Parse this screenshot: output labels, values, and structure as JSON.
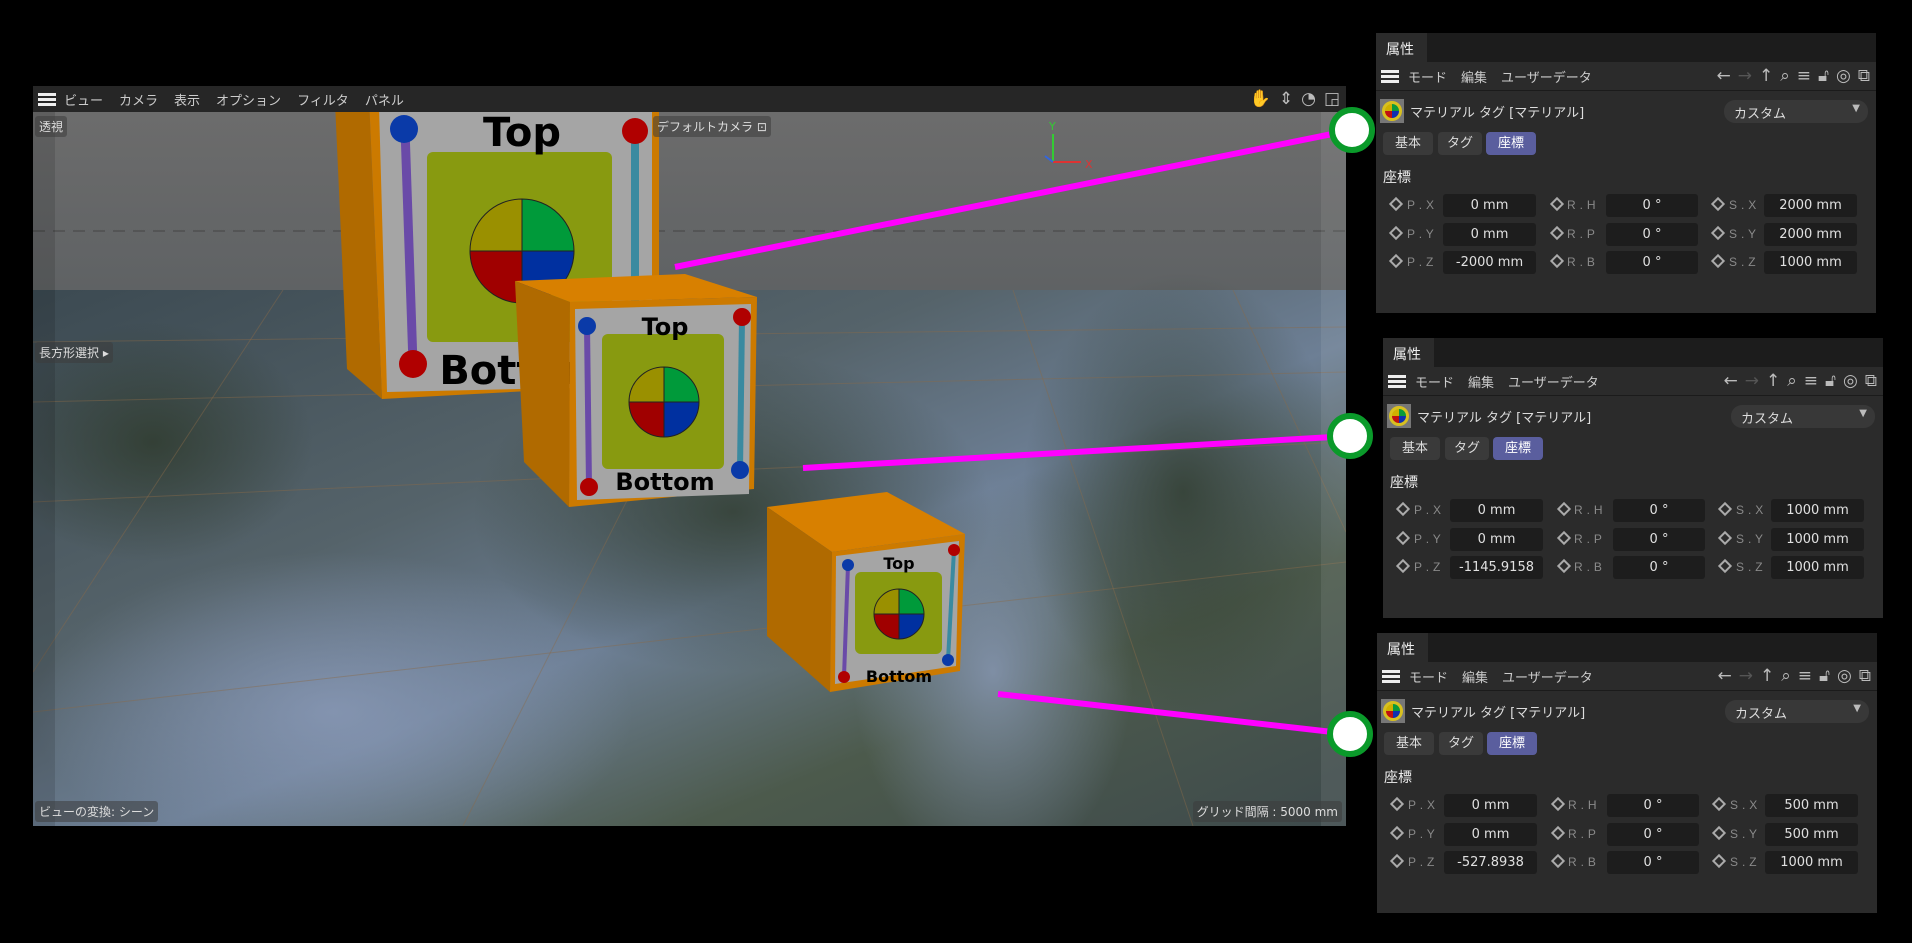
{
  "viewport": {
    "menu": [
      "ビュー",
      "カメラ",
      "表示",
      "オプション",
      "フィルタ",
      "パネル"
    ],
    "view_mode": "透視",
    "camera": "デフォルトカメラ",
    "tool_label": "長方形選択",
    "view_transform": "ビューの変換: シーン",
    "grid_spacing": "グリッド間隔 : 5000 mm",
    "axis_y": "Y",
    "axis_x": "X",
    "cube_top_text": "Top",
    "cube_bottom_text": "Bottom"
  },
  "panels": [
    {
      "tab": "属性",
      "menu": [
        "モード",
        "編集",
        "ユーザーデータ"
      ],
      "title": "マテリアル タグ [マテリアル]",
      "preset": "カスタム",
      "tabs": [
        "基本",
        "タグ",
        "座標"
      ],
      "active_tab": 2,
      "heading": "座標",
      "rows": [
        [
          "P . X",
          "0 mm",
          "R . H",
          "0 °",
          "S . X",
          "2000 mm"
        ],
        [
          "P . Y",
          "0 mm",
          "R . P",
          "0 °",
          "S . Y",
          "2000 mm"
        ],
        [
          "P . Z",
          "-2000 mm",
          "R . B",
          "0 °",
          "S . Z",
          "1000 mm"
        ]
      ]
    },
    {
      "tab": "属性",
      "menu": [
        "モード",
        "編集",
        "ユーザーデータ"
      ],
      "title": "マテリアル タグ [マテリアル]",
      "preset": "カスタム",
      "tabs": [
        "基本",
        "タグ",
        "座標"
      ],
      "active_tab": 2,
      "heading": "座標",
      "rows": [
        [
          "P . X",
          "0 mm",
          "R . H",
          "0 °",
          "S . X",
          "1000 mm"
        ],
        [
          "P . Y",
          "0 mm",
          "R . P",
          "0 °",
          "S . Y",
          "1000 mm"
        ],
        [
          "P . Z",
          "-1145.9158",
          "R . B",
          "0 °",
          "S . Z",
          "1000 mm"
        ]
      ]
    },
    {
      "tab": "属性",
      "menu": [
        "モード",
        "編集",
        "ユーザーデータ"
      ],
      "title": "マテリアル タグ [マテリアル]",
      "preset": "カスタム",
      "tabs": [
        "基本",
        "タグ",
        "座標"
      ],
      "active_tab": 2,
      "heading": "座標",
      "rows": [
        [
          "P . X",
          "0 mm",
          "R . H",
          "0 °",
          "S . X",
          "500 mm"
        ],
        [
          "P . Y",
          "0 mm",
          "R . P",
          "0 °",
          "S . Y",
          "500 mm"
        ],
        [
          "P . Z",
          "-527.8938",
          "R . B",
          "0 °",
          "S . Z",
          "1000 mm"
        ]
      ]
    }
  ],
  "colors": {
    "callout_line": "#ff00ff",
    "callout_ring": "#0a9a2a",
    "cube": "#d07a00",
    "active_tab": "#5a5e9e"
  }
}
